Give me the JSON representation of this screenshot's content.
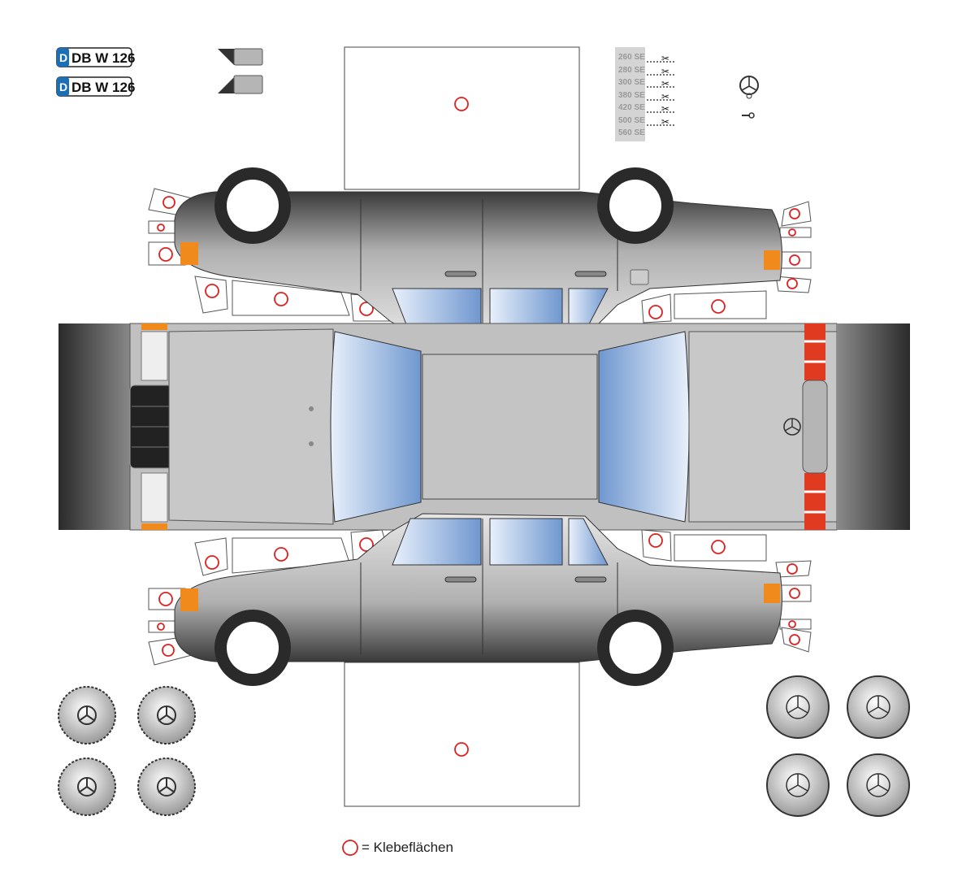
{
  "title": "Mercedes-Benz W126 paper model cutout",
  "license_plates": [
    {
      "country": "D",
      "text": "DB W 126"
    },
    {
      "country": "D",
      "text": "DB W 126"
    }
  ],
  "model_badges": [
    "260 SE",
    "280 SE",
    "300 SE",
    "380 SE",
    "420 SE",
    "500 SE",
    "560 SE"
  ],
  "legend": {
    "symbol": "red-circle",
    "text": "= Klebeflächen"
  },
  "colors": {
    "body": "#b8b8b8",
    "glass": "#a9c4e8",
    "glue_marker": "#e02020",
    "indicator": "#f08a1c",
    "plate_blue": "#1a6fb5"
  }
}
